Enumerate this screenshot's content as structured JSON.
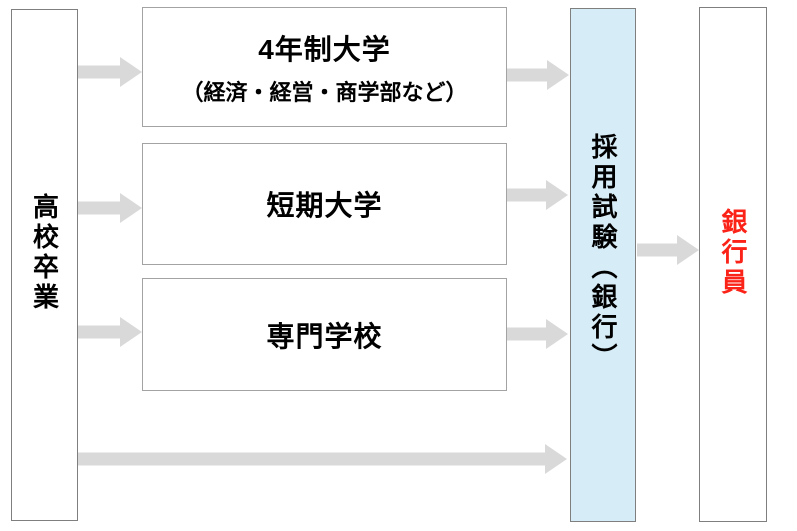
{
  "diagram": {
    "description": "Career path flowchart from high school graduation to bank employee",
    "nodes": {
      "highschool": {
        "label": "高校卒業",
        "orientation": "vertical"
      },
      "university": {
        "title": "4年制大学",
        "subtitle": "（経済・経営・商学部など）"
      },
      "junior_college": {
        "label": "短期大学"
      },
      "vocational_school": {
        "label": "専門学校"
      },
      "exam": {
        "label": "採用試験（銀行）",
        "orientation": "vertical"
      },
      "banker": {
        "label": "銀行員",
        "orientation": "vertical"
      }
    },
    "connections": [
      {
        "from": "highschool",
        "to": "university"
      },
      {
        "from": "highschool",
        "to": "junior_college"
      },
      {
        "from": "highschool",
        "to": "vocational_school"
      },
      {
        "from": "university",
        "to": "exam"
      },
      {
        "from": "junior_college",
        "to": "exam"
      },
      {
        "from": "vocational_school",
        "to": "exam"
      },
      {
        "from": "highschool",
        "to": "exam"
      },
      {
        "from": "exam",
        "to": "banker"
      }
    ],
    "colors": {
      "exam_fill": "#d6ecf6",
      "banker_text": "#fb2318",
      "arrow": "#d9d9d9",
      "border_dark": "#7f7f7f",
      "border_light": "#a3a3a3",
      "ink": "#000000"
    }
  }
}
